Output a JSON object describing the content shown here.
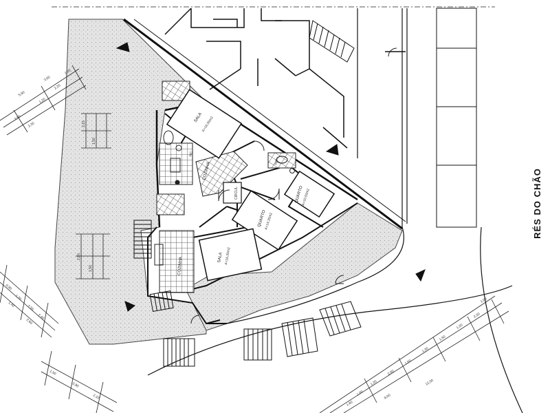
{
  "sheet_title": "RÉS DO CHÃO",
  "rooms": {
    "sala_top": "SALA",
    "sala_top_area": "A=16,55m2",
    "sala_bottom": "SALA",
    "sala_bottom_area": "A=16,30m2",
    "cozinha_top": "COZINHA",
    "cozinha_bottom": "COZINHA",
    "quarto_left": "QUARTO",
    "quarto_left_area": "A=14,35m2",
    "quarto_right": "QUARTO",
    "quarto_right_area": "A=10,50m2",
    "circulacao": "CIRCUL.",
    "wc_left": "WC",
    "wc_right": "WC"
  },
  "dims": {
    "tl_a": "5,90",
    "tl_b": "3,55",
    "tl_c": "1,20",
    "tl_d": "2,25",
    "tl_e": "3,00",
    "tl_f": "1,00",
    "tl_g": "2,30",
    "v1": "2,15",
    "v2": "1,50",
    "v3": "2,80",
    "v4": "1,50",
    "bl_a": "0,90",
    "bl_b": "1,20",
    "bl_c": "2,55",
    "bl_d": "2,40",
    "bl_e": "1,40",
    "bl_f": "2,60",
    "bb_a": "1,50",
    "bb_b": "0,90",
    "bb_c": "2,10",
    "br_a": "1,00",
    "br_b": "1,20",
    "br_c": "2,00",
    "br_d": "1,00",
    "br_e": "1,30",
    "br_f": "1,50",
    "br_g": "1,20",
    "br_h": "2,20",
    "br_i": "8,00",
    "br_j": "12,00",
    "br_k": "1,60",
    "br_l": "1,00"
  }
}
